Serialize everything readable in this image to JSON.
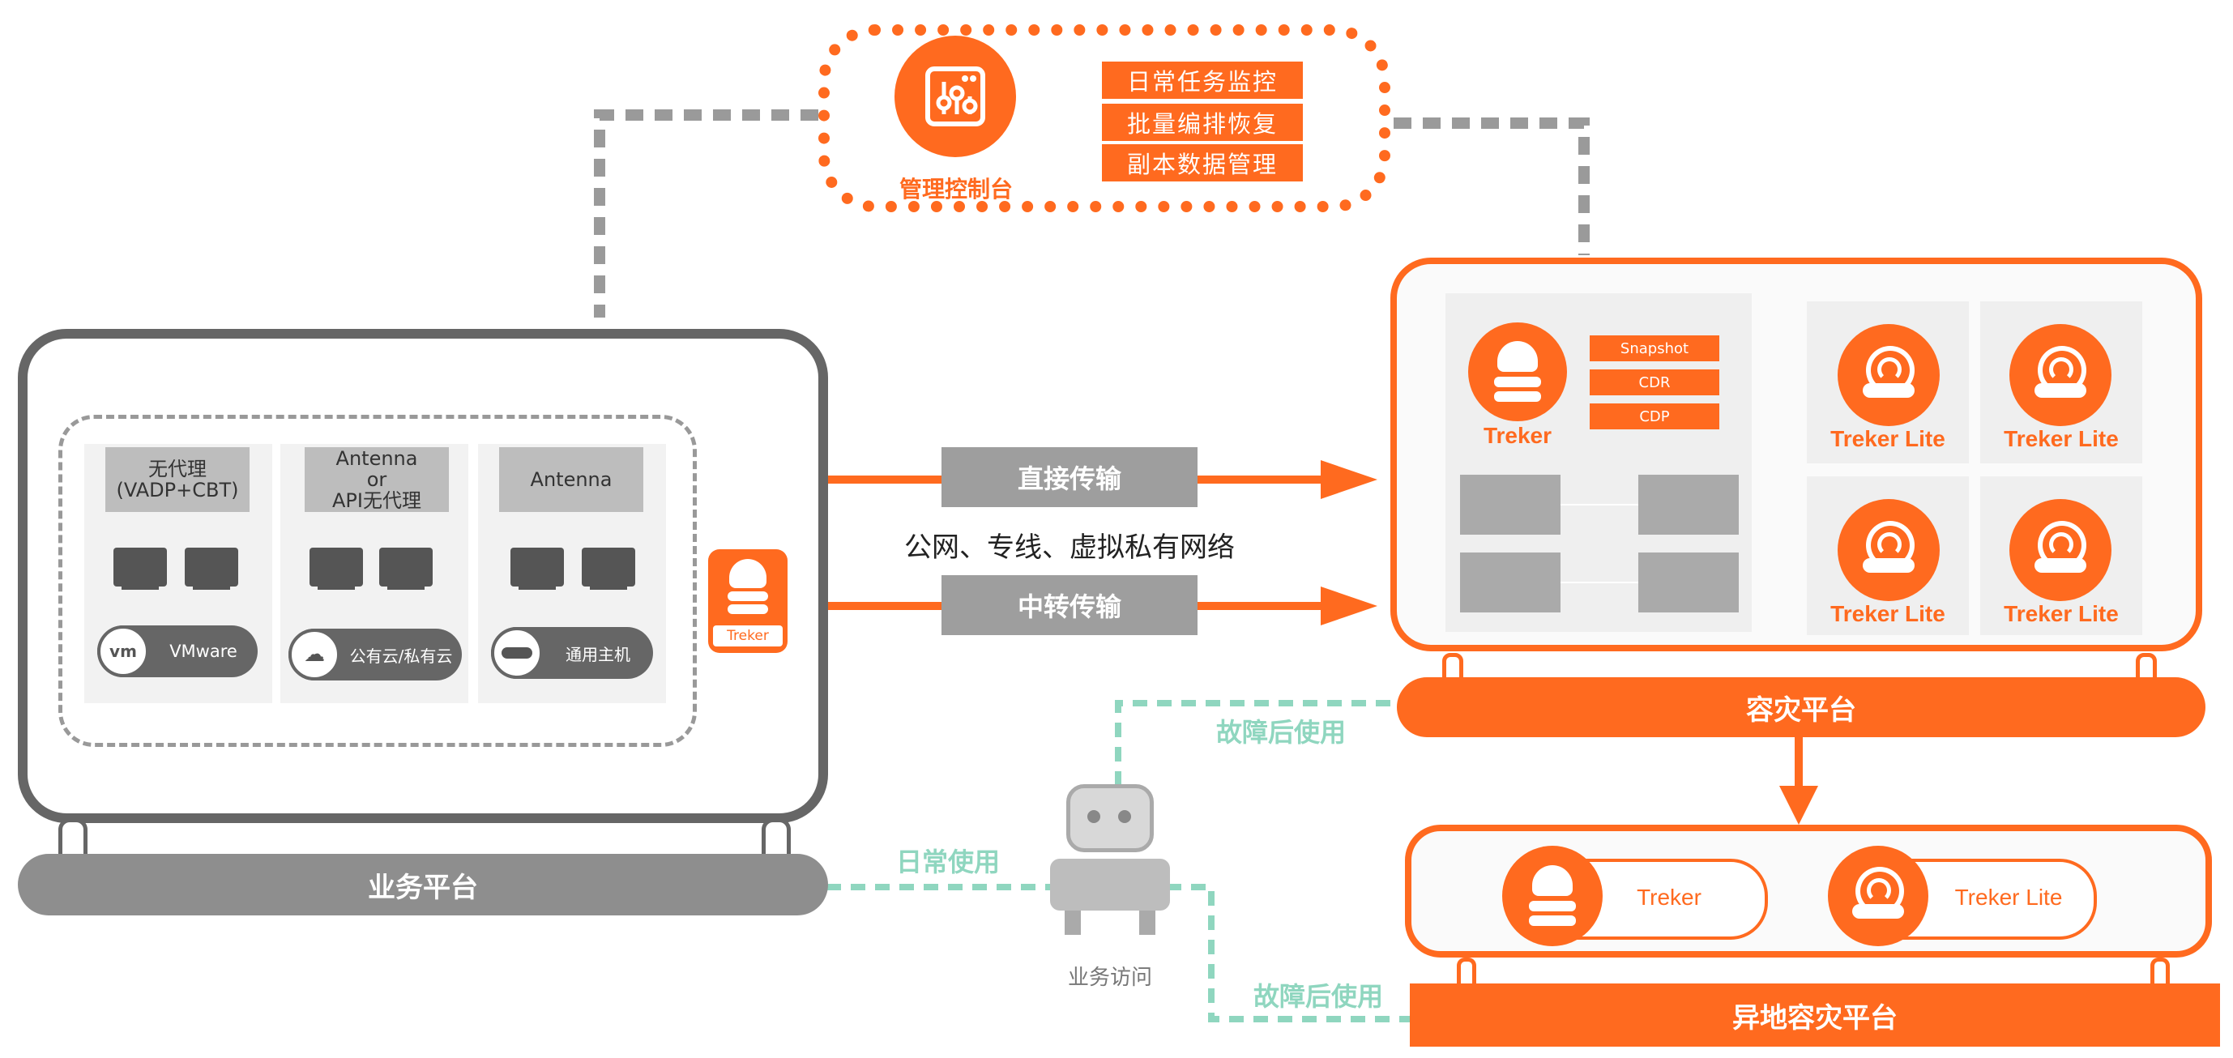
{
  "console": {
    "label": "管理控制台",
    "tasks": [
      "日常任务监控",
      "批量编排恢复",
      "副本数据管理"
    ]
  },
  "business_platform": {
    "label": "业务平台",
    "groups": [
      {
        "title": "无代理\n(VADP+CBT)",
        "badge": "VMware"
      },
      {
        "title": "Antenna\nor\nAPI无代理",
        "badge": "公有云/私有云"
      },
      {
        "title": "Antenna",
        "badge": "通用主机"
      }
    ],
    "treker_badge": "Treker"
  },
  "transfer": {
    "direct": "直接传输",
    "network": "公网、专线、虚拟私有网络",
    "relay": "中转传输"
  },
  "dr_platform": {
    "label": "容灾平台",
    "treker": "Treker",
    "modes": [
      "Snapshot",
      "CDR",
      "CDP"
    ],
    "lite_nodes": [
      "Treker Lite",
      "Treker Lite",
      "Treker Lite",
      "Treker Lite"
    ]
  },
  "remote_platform": {
    "label": "异地容灾平台",
    "nodes": [
      "Treker",
      "Treker Lite"
    ]
  },
  "access": {
    "label": "业务访问",
    "daily": "日常使用",
    "failover_1": "故障后使用",
    "failover_2": "故障后使用"
  },
  "colors": {
    "accent": "#ff6a1f",
    "dark_gray": "#666666",
    "green": "#8fd6bf"
  }
}
